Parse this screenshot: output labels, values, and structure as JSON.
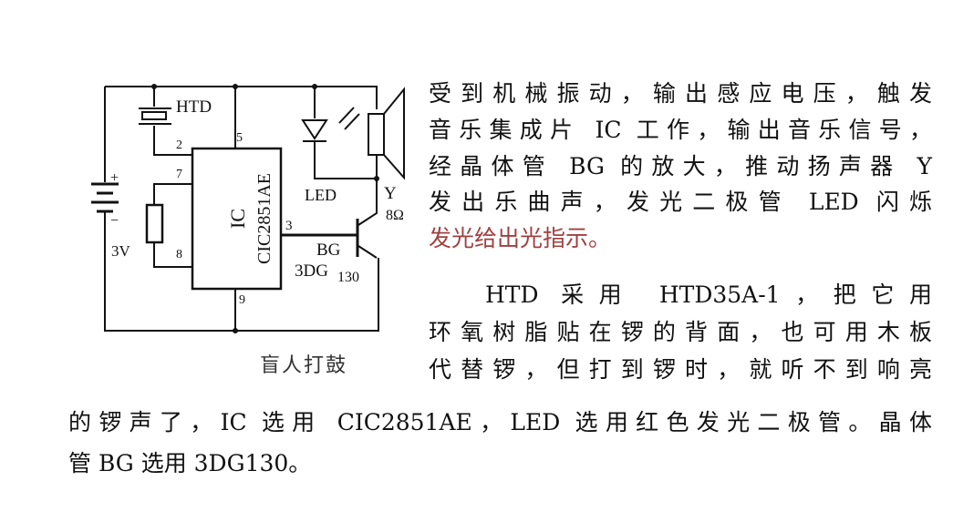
{
  "diagram": {
    "labels": {
      "htd": "HTD",
      "pin2": "2",
      "pin7": "7",
      "pin5": "5",
      "pin8": "8",
      "pin3": "3",
      "pin9": "9",
      "ic": "IC",
      "ic_model": "CIC2851AE",
      "led": "LED",
      "speaker": "Y",
      "speaker_ohm": "8Ω",
      "plus": "+",
      "minus": "−",
      "voltage": "3V",
      "bg": "BG",
      "bg_model": "3DG",
      "bg_model_sub": "130"
    },
    "caption": "盲人打鼓"
  },
  "text": {
    "lines": [
      "受到机械振动，输出感应电压，触发",
      "音乐集成片 IC 工作，输出音乐信号，",
      "经晶体管 BG 的放大，推动扬声器 Y",
      "发出乐曲声，发光二极管 LED 闪烁",
      "发光给出光指示。",
      "HTD 采用 HTD35A-1，把它用",
      "环氧树脂贴在锣的背面，也可用木板",
      "代替锣，但打到锣时，就听不到响亮",
      "的锣声了，IC 选用 CIC2851AE，LED 选用红色发光二极管。晶体",
      "管 BG 选用 3DG130。"
    ]
  }
}
